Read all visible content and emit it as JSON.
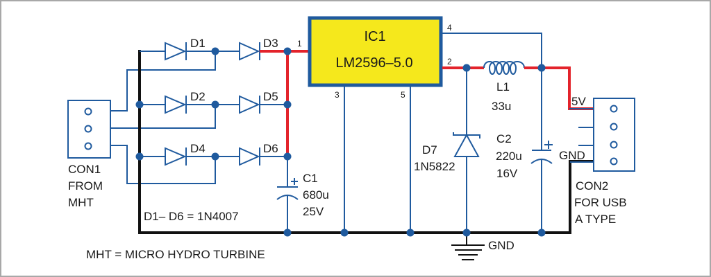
{
  "diagram": {
    "type": "circuit-schematic",
    "colors": {
      "wire": "#1f5a9e",
      "positive_output_wire": "#e3232b",
      "ground_wire": "#111111",
      "ic_fill": "#f5e81c",
      "frame": "#a8a8a8"
    },
    "ic": {
      "ref": "IC1",
      "part": "LM2596–5.0",
      "pins": {
        "p1": "1",
        "p2": "2",
        "p3": "3",
        "p4": "4",
        "p5": "5"
      }
    },
    "diodes": {
      "d1": "D1",
      "d2": "D2",
      "d3": "D3",
      "d4": "D4",
      "d5": "D5",
      "d6": "D6"
    },
    "diode_note": "D1– D6 = 1N4007",
    "c1": {
      "ref": "C1",
      "value": "680u",
      "voltage": "25V"
    },
    "c2": {
      "ref": "C2",
      "value": "220u",
      "voltage": "16V"
    },
    "l1": {
      "ref": "L1",
      "value": "33u"
    },
    "d7": {
      "ref": "D7",
      "part": "1N5822"
    },
    "con1": {
      "line1": "CON1",
      "line2": "FROM",
      "line3": "MHT"
    },
    "con2": {
      "line1": "CON2",
      "line2": "FOR USB",
      "line3": "A TYPE"
    },
    "con2_pins": {
      "v5": "5V",
      "gnd": "GND"
    },
    "ground_label": "GND",
    "legend": "MHT = MICRO HYDRO TURBINE"
  }
}
